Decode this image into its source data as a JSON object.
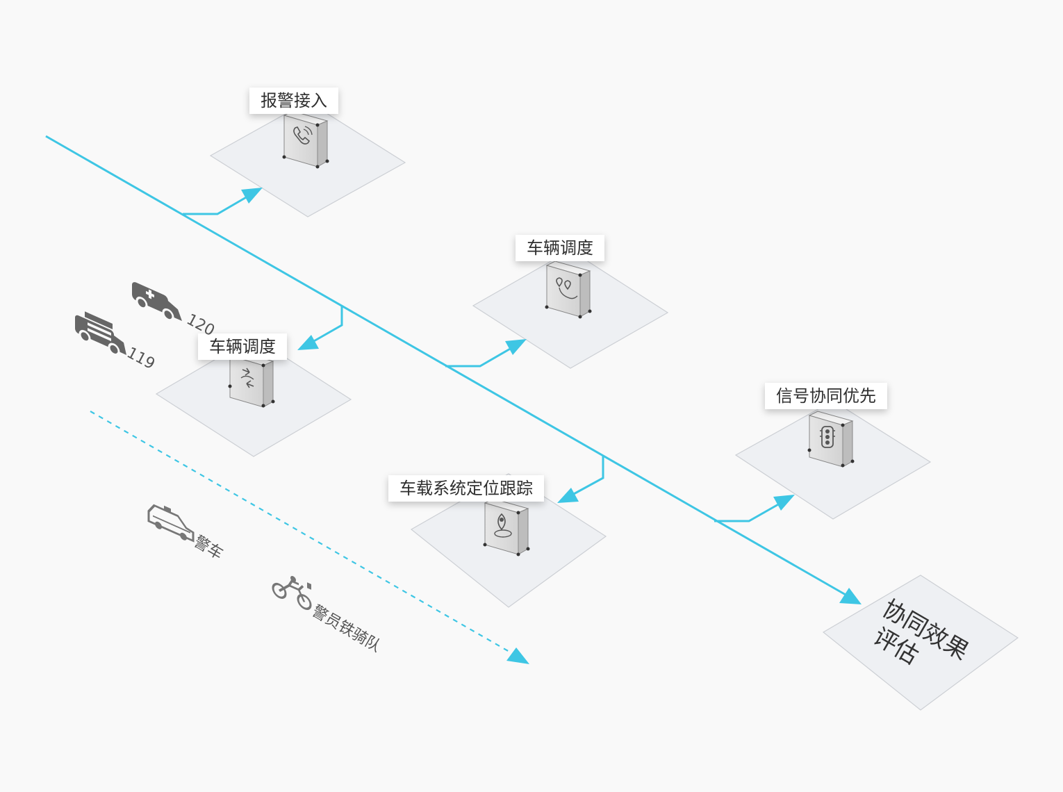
{
  "colors": {
    "flow": "#3ec6e4",
    "platform_fill": "#eef0f3",
    "platform_stroke": "#cccfd4",
    "device": "#dcdcdc",
    "vehicle_icon": "#666666"
  },
  "stages": [
    {
      "id": "alarm-access",
      "label": "报警接入",
      "icon": "phone-icon"
    },
    {
      "id": "vehicle-dispatch-a",
      "label": "车辆调度",
      "icon": "map-pin-route-icon"
    },
    {
      "id": "vehicle-dispatch-b",
      "label": "车辆调度",
      "icon": "route-swap-icon"
    },
    {
      "id": "vehicle-tracking",
      "label": "车载系统定位跟踪",
      "icon": "location-target-icon"
    },
    {
      "id": "signal-priority",
      "label": "信号协同优先",
      "icon": "traffic-light-icon"
    }
  ],
  "final_stage": {
    "line1": "协同效果",
    "line2": "评估"
  },
  "vehicles": [
    {
      "icon": "ambulance-icon",
      "label": "120"
    },
    {
      "icon": "fire-truck-icon",
      "label": "119"
    },
    {
      "icon": "police-car-icon",
      "label": "警车"
    },
    {
      "icon": "police-motorcycle-icon",
      "label": "警员铁骑队"
    }
  ]
}
